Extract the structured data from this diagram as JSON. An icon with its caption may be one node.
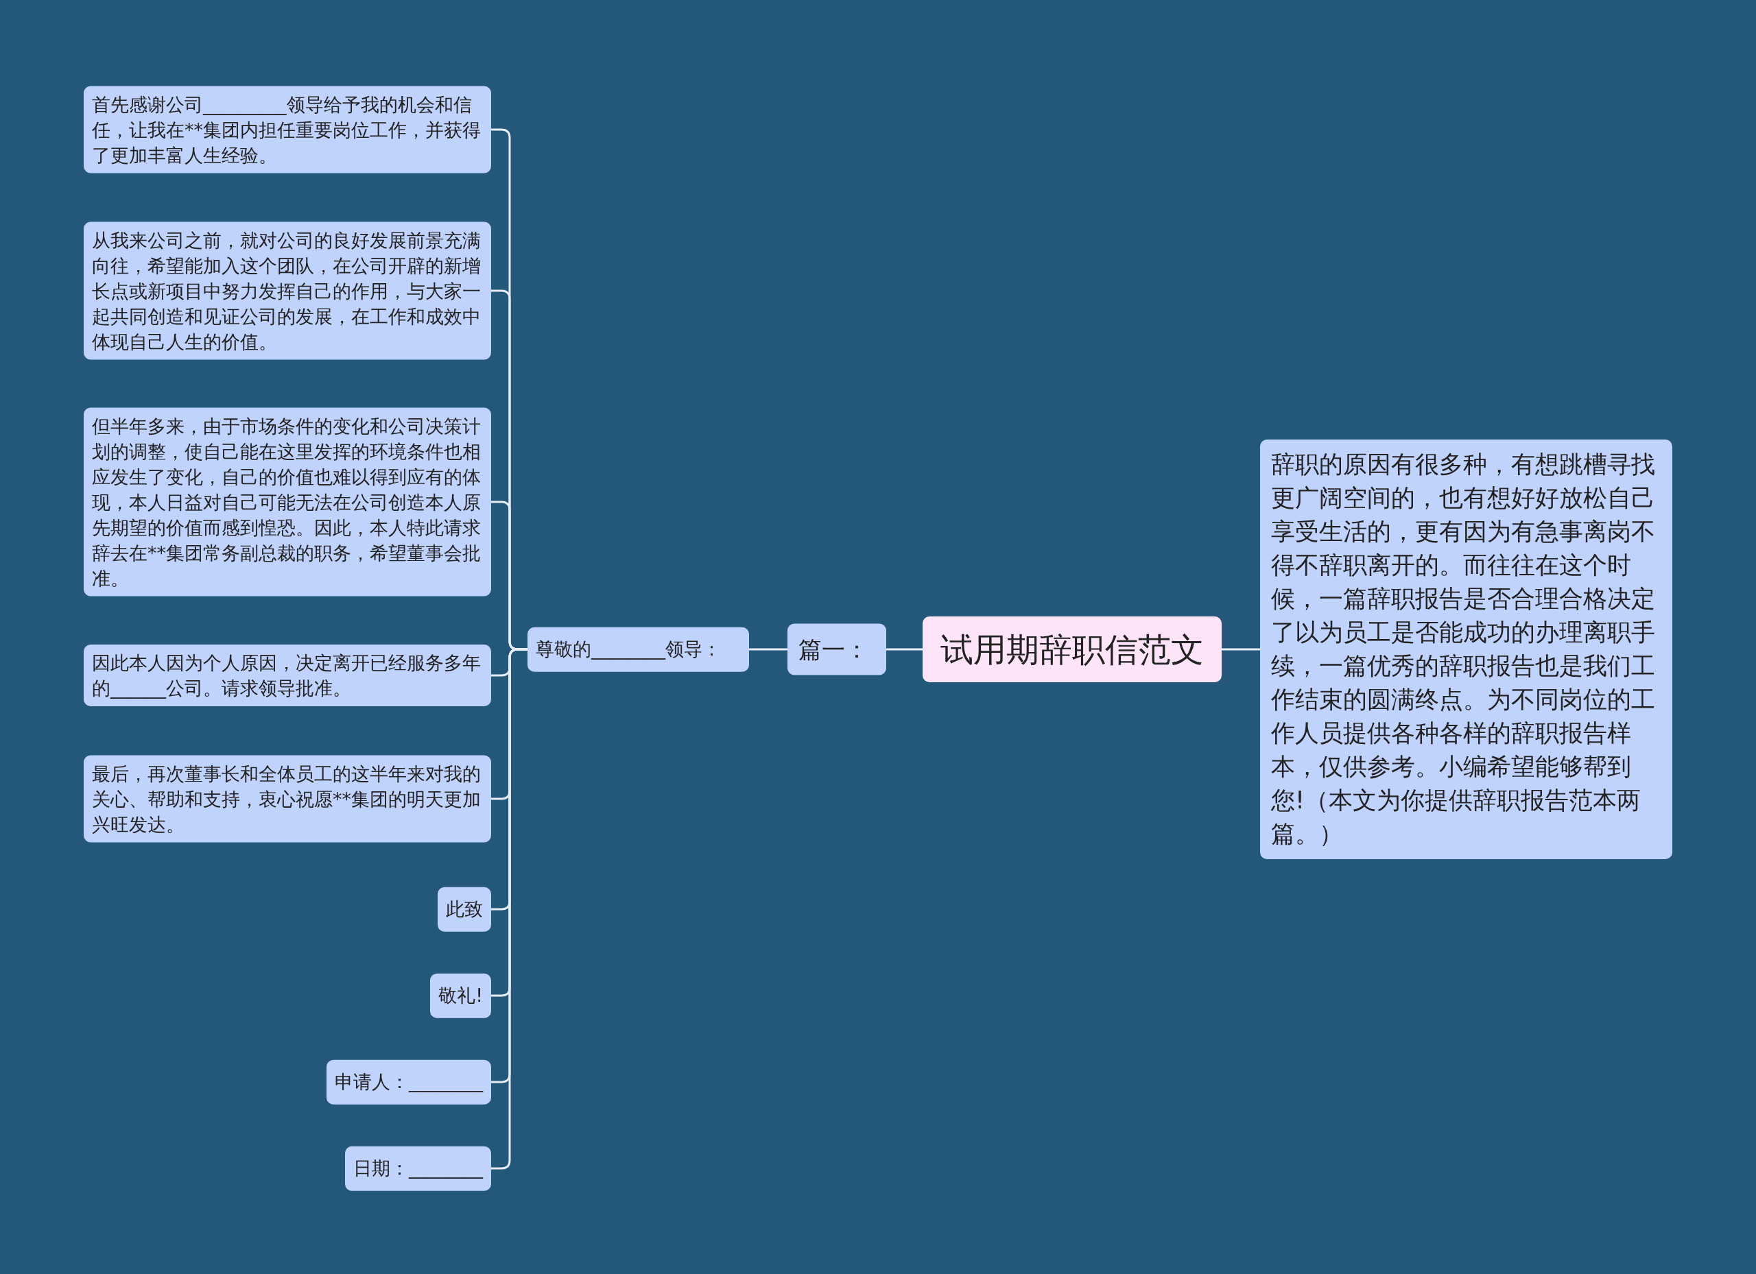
{
  "diagram": {
    "nodes": [
      {
        "text": [
          "试用期辞职信范文"
        ]
      },
      {
        "text": [
          "辞职的原因有很多种，有想跳槽寻找更广阔空间的，也有想好好放松自己享受生活的，更有因为有急事离岗不得不辞职离开的。而往往在这个时候，一篇辞职报告是否合理合格决定了以为员工是否能成功的办理离职手续，一篇优秀的辞职报告也是我们工作结束的圆满终点。为不同岗位的工作人员提供各种各样的辞职报告样本，仅供参考。小编希望能够帮到您!（本文为你提供辞职报告范本两篇。）"
        ]
      },
      {
        "text": [
          "篇一："
        ]
      },
      {
        "text": [
          "尊敬的________领导："
        ]
      },
      {
        "text": [
          "首先感谢公司_________领导给予我的机会和信任，让我在**集团内担任重要岗位工作，并获得了更加丰富人生经验。"
        ]
      },
      {
        "text": [
          "从我来公司之前，就对公司的良好发展前景充满向往，希望能加入这个团队，在公司开辟的新增长点或新项目中努力发挥自己的作用，与大家一起共同创造和见证公司的发展，在工作和成效中体现自己人生的价值。"
        ]
      },
      {
        "text": [
          "但半年多来，由于市场条件的变化和公司决策计划的调整，使自己能在这里发挥的环境条件也相应发生了变化，自己的价值也难以得到应有的体现，本人日益对自己可能无法在公司创造本人原先期望的价值而感到惶恐。因此，本人特此请求辞去在**集团常务副总裁的职务，希望董事会批准。"
        ]
      },
      {
        "text": [
          "因此本人因为个人原因，决定离开已经服务多年的______公司。请求领导批准。"
        ]
      },
      {
        "text": [
          "最后，再次董事长和全体员工的这半年来对我的关心、帮助和支持，衷心祝愿**集团的明天更加兴旺发达。"
        ]
      },
      {
        "text": [
          "此致"
        ]
      },
      {
        "text": [
          "敬礼!"
        ]
      },
      {
        "text": [
          "申请人：________"
        ]
      },
      {
        "text": [
          "日期：________"
        ]
      }
    ],
    "edges": [
      {
        "from": 0,
        "to": 1,
        "arrow": "none"
      },
      {
        "from": 0,
        "to": 2,
        "arrow": "none"
      },
      {
        "from": 2,
        "to": 3,
        "arrow": "none"
      },
      {
        "from": 3,
        "to": 4,
        "arrow": "none"
      },
      {
        "from": 3,
        "to": 5,
        "arrow": "none"
      },
      {
        "from": 3,
        "to": 6,
        "arrow": "none"
      },
      {
        "from": 3,
        "to": 7,
        "arrow": "none"
      },
      {
        "from": 3,
        "to": 8,
        "arrow": "none"
      },
      {
        "from": 3,
        "to": 9,
        "arrow": "none"
      },
      {
        "from": 3,
        "to": 10,
        "arrow": "none"
      },
      {
        "from": 3,
        "to": 11,
        "arrow": "none"
      },
      {
        "from": 3,
        "to": 12,
        "arrow": "none"
      }
    ]
  }
}
